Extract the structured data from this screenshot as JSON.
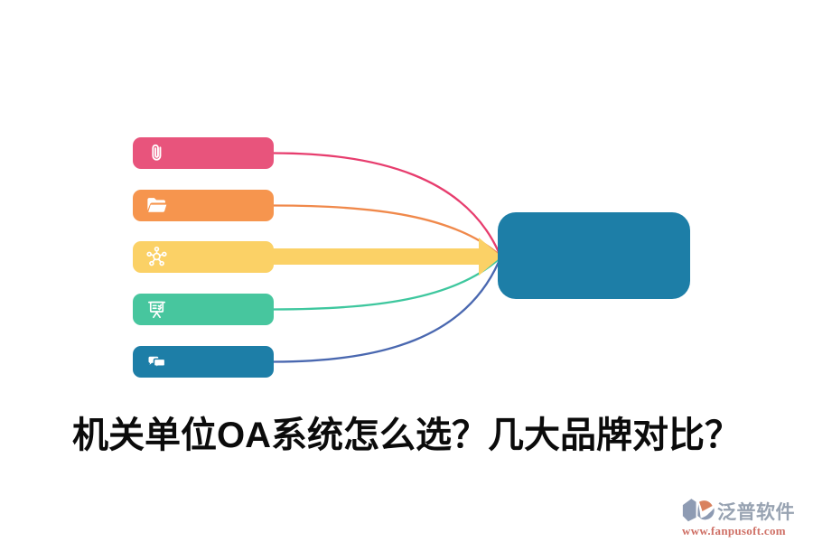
{
  "title": {
    "text": "机关单位OA系统怎么选？几大品牌对比？",
    "color": "#0b0b0b"
  },
  "diagram": {
    "target_box": {
      "color": "#1d7ea7"
    },
    "sources": [
      {
        "icon": "paperclip-icon",
        "bar_color": "#e8547c",
        "connector_color": "#e73d6e",
        "connector_style": "curve"
      },
      {
        "icon": "open-folder-icon",
        "bar_color": "#f6954e",
        "connector_color": "#f0894b",
        "connector_style": "curve"
      },
      {
        "icon": "share-network-icon",
        "bar_color": "#fbd166",
        "connector_color": "#fbd166",
        "connector_style": "bold-arrow"
      },
      {
        "icon": "presentation-board-icon",
        "bar_color": "#47c69e",
        "connector_color": "#3ec79e",
        "connector_style": "curve"
      },
      {
        "icon": "chat-bubbles-icon",
        "bar_color": "#1d7ea7",
        "connector_color": "#4a68b0",
        "connector_style": "curve"
      }
    ]
  },
  "watermark": {
    "brand": "泛普软件",
    "url": "www.fanpusoft.com",
    "brand_color": "#98a3b2",
    "url_color": "#cf7066",
    "logo_gray": "#8e9bb3",
    "logo_orange": "#d9825f"
  }
}
